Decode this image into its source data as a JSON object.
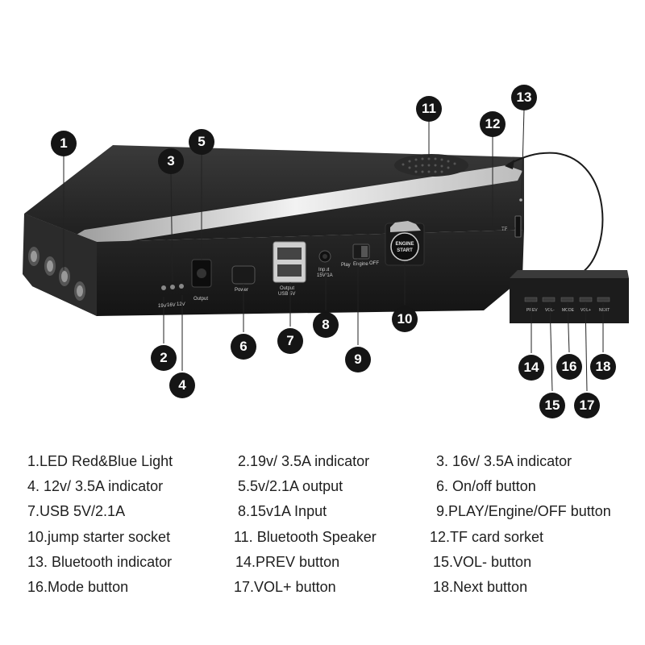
{
  "device": {
    "port_labels": [
      "19V",
      "16V",
      "12V",
      "Output",
      "Power",
      "Output",
      "USB 5V",
      "Input",
      "15V/1A",
      "Play",
      "Engine",
      "OFF",
      "TF"
    ],
    "engine_start_label": [
      "ENGINE",
      "START"
    ]
  },
  "remote": {
    "button_labels": [
      "PREV",
      "VOL-",
      "MODE",
      "VOL+",
      "NEXT"
    ]
  },
  "callouts": [
    "1",
    "2",
    "3",
    "4",
    "5",
    "6",
    "7",
    "8",
    "9",
    "10",
    "11",
    "12",
    "13",
    "14",
    "15",
    "16",
    "17",
    "18"
  ],
  "legend": [
    "1.LED Red&Blue Light",
    "2.19v/ 3.5A indicator",
    "3. 16v/ 3.5A indicator",
    "4. 12v/ 3.5A indicator",
    "5.5v/2.1A output",
    "6. On/off button",
    "7.USB 5V/2.1A",
    "8.15v1A Input",
    "9.PLAY/Engine/OFF button",
    "10.jump starter socket",
    "11. Bluetooth Speaker",
    "12.TF card sorket",
    "13. Bluetooth indicator",
    "14.PREV button",
    "15.VOL- button",
    "16.Mode button",
    "17.VOL+ button",
    "18.Next button"
  ]
}
